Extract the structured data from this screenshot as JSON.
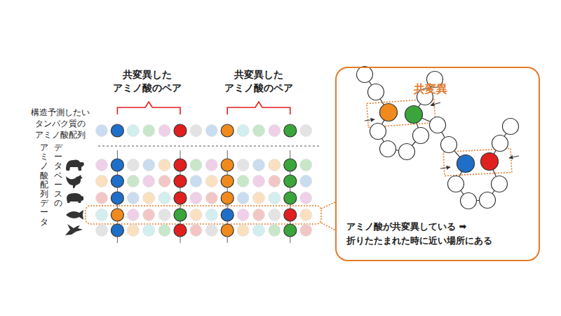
{
  "diagram": {
    "nodes": [
      {
        "text": [
          "共変異",
          "アミノ酸が共変異している ➡折りたたまれた時に近い場所にある"
        ]
      }
    ],
    "labels": [
      "共変異した アミノ酸のペア",
      "共変異した アミノ酸のペア",
      "構造予測したい タンパク質の アミノ酸配列",
      "データベースの",
      "アミノ酸配列データ"
    ]
  }
}
